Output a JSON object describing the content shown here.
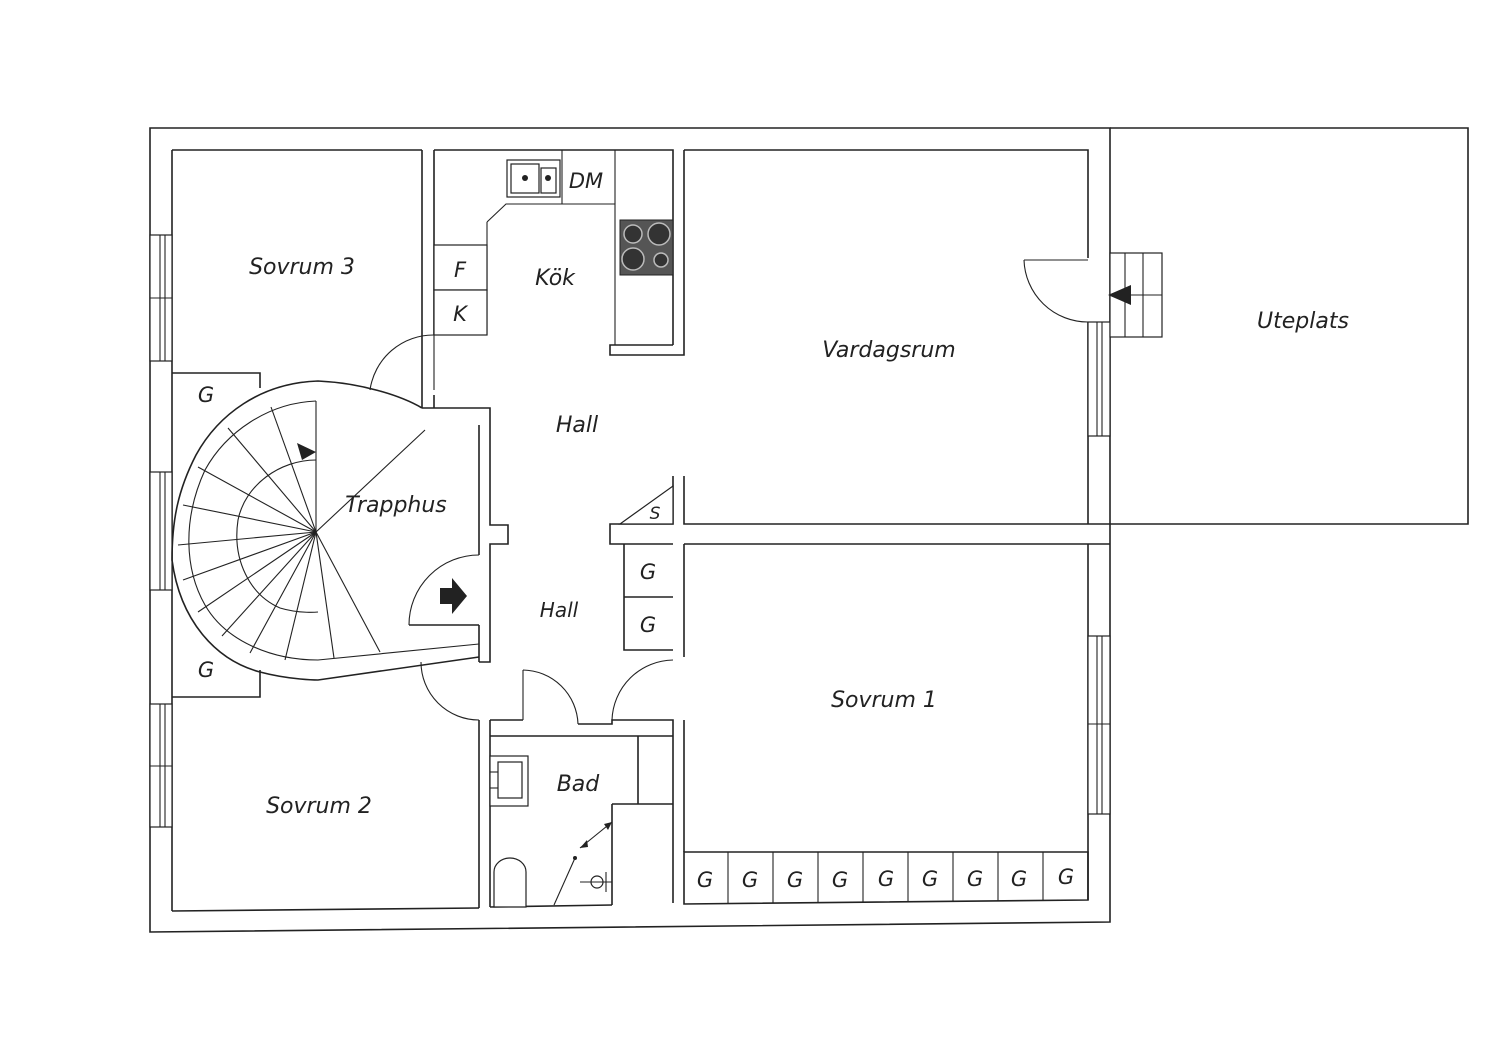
{
  "rooms": {
    "sovrum3": "Sovrum 3",
    "kok": "Kök",
    "vardagsrum": "Vardagsrum",
    "uteplats": "Uteplats",
    "hall_upper": "Hall",
    "hall_lower": "Hall",
    "trapphus": "Trapphus",
    "sovrum2": "Sovrum 2",
    "sovrum1": "Sovrum 1",
    "bad": "Bad"
  },
  "fixtures": {
    "dm": "DM",
    "f": "F",
    "k": "K",
    "s": "S",
    "g": "G"
  },
  "colors": {
    "line": "#222222",
    "stove": "#555555",
    "background": "#ffffff"
  }
}
